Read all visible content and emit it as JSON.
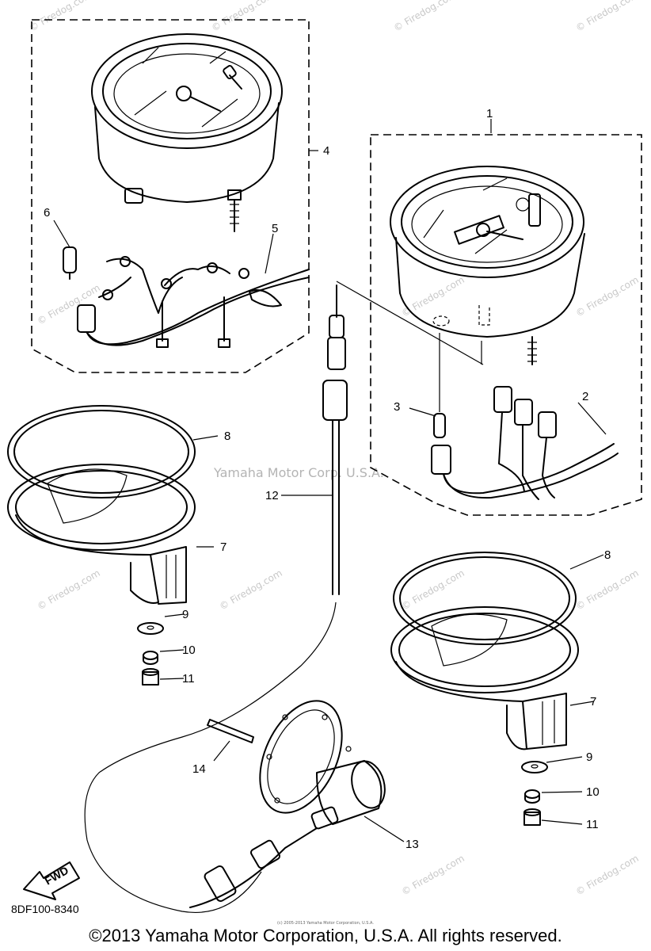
{
  "diagram": {
    "drawing_code": "8DF100-8340",
    "center_watermark": "Yamaha Motor Corp. U.S.A.",
    "site_watermark": "© Firedog.com",
    "fwd_label": "FWD",
    "callouts": {
      "c1": "1",
      "c2": "2",
      "c3": "3",
      "c4": "4",
      "c5": "5",
      "c6": "6",
      "c7a": "7",
      "c7b": "7",
      "c8a": "8",
      "c8b": "8",
      "c9a": "9",
      "c9b": "9",
      "c10a": "10",
      "c10b": "10",
      "c11a": "11",
      "c11b": "11",
      "c12": "12",
      "c13": "13",
      "c14": "14"
    }
  },
  "footer": {
    "copyright": "©2013 Yamaha Motor Corporation, U.S.A. All rights reserved.",
    "fine_print": "(c) 2005-2013 Yamaha Motor Corporation, U.S.A."
  }
}
